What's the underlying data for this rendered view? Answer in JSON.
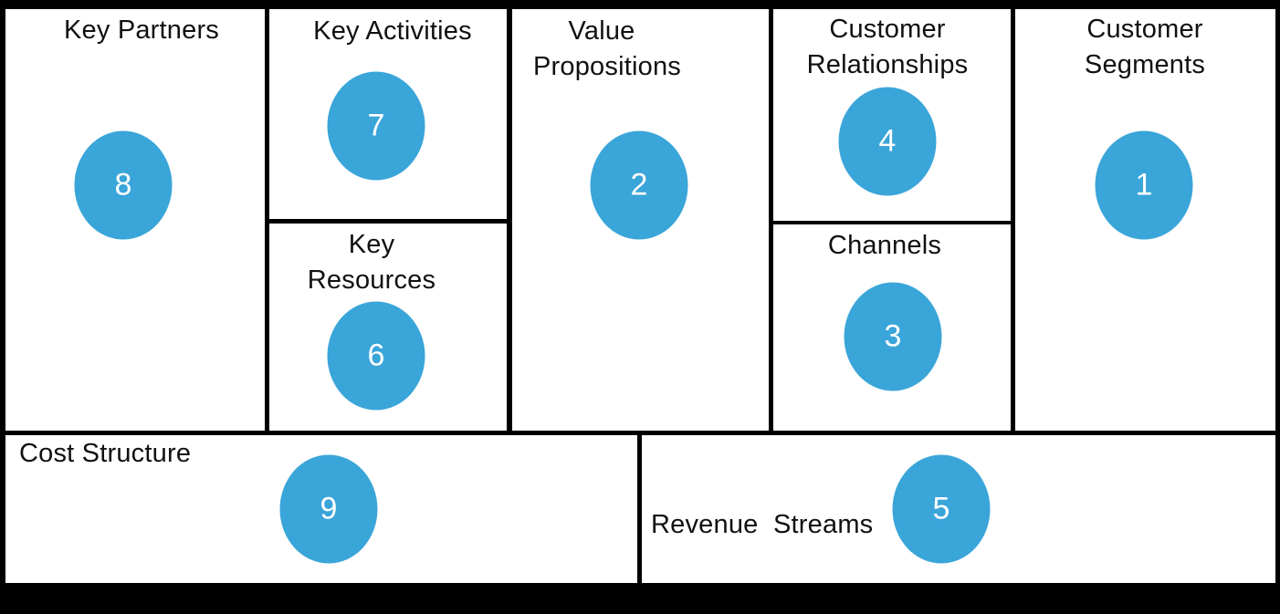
{
  "canvas": {
    "background": "#000000",
    "block_color": "#ffffff",
    "circle_color": "#3aa5d9",
    "circle_text_color": "#ffffff",
    "label_color": "#111111"
  },
  "blocks": {
    "key_partners": {
      "label_lines": [
        "Key Partners"
      ],
      "number": "8"
    },
    "key_activities": {
      "label_lines": [
        "Key Activities"
      ],
      "number": "7"
    },
    "key_resources": {
      "label_lines": [
        "Key",
        "Resources"
      ],
      "number": "6"
    },
    "value_propositions": {
      "label_lines": [
        "Value",
        "Propositions"
      ],
      "number": "2"
    },
    "customer_relationships": {
      "label_lines": [
        "Customer",
        "Relationships"
      ],
      "number": "4"
    },
    "channels": {
      "label_lines": [
        "Channels"
      ],
      "number": "3"
    },
    "customer_segments": {
      "label_lines": [
        "Customer",
        "Segments"
      ],
      "number": "1"
    },
    "cost_structure": {
      "label_lines": [
        "Cost Structure"
      ],
      "number": "9"
    },
    "revenue_streams": {
      "label_lines": [
        "Revenue  Streams"
      ],
      "number": "5"
    }
  }
}
